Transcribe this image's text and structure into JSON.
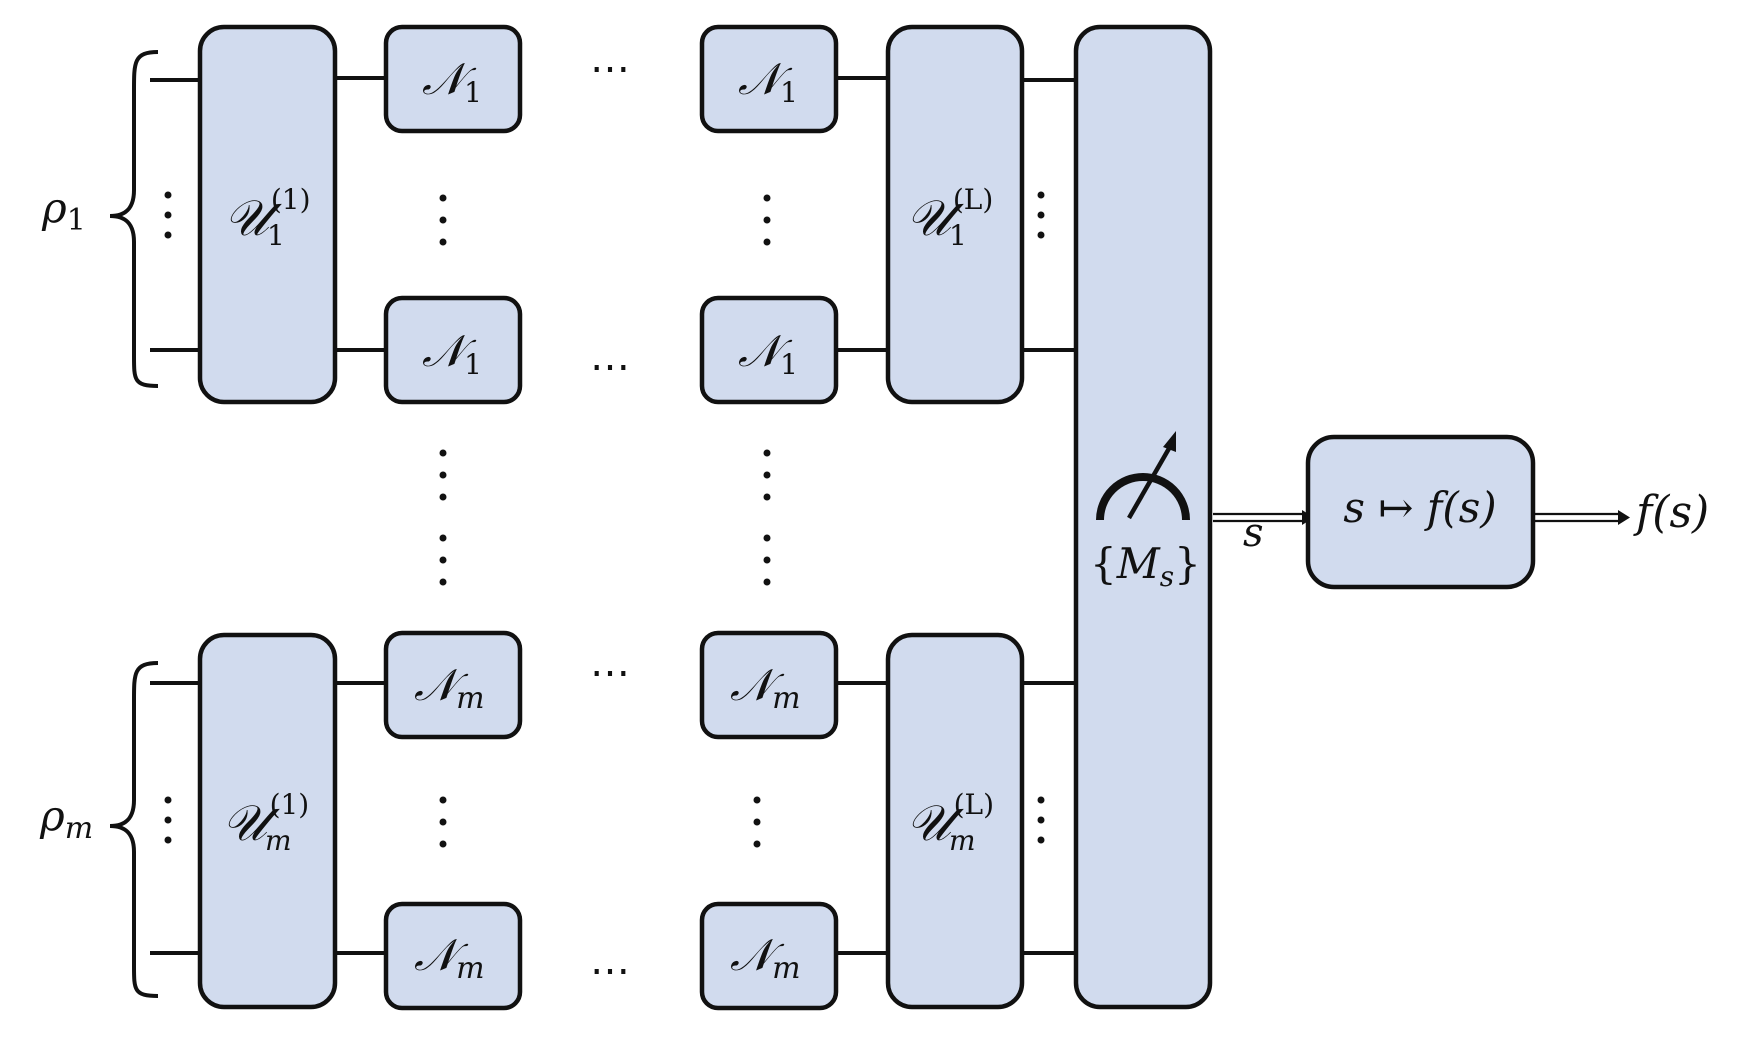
{
  "colors": {
    "box_fill": "#d1dbee",
    "stroke": "#111111",
    "background": "#ffffff"
  },
  "inputs": {
    "rho1": {
      "sym": "ρ",
      "sub": "1"
    },
    "rhom": {
      "sym": "ρ",
      "sub": "m"
    }
  },
  "unitaries": {
    "u11": {
      "sym": "𝒰",
      "sub": "1",
      "sup": "(1)"
    },
    "um1": {
      "sym": "𝒰",
      "sub": "m",
      "sup": "(1)"
    },
    "u1L": {
      "sym": "𝒰",
      "sub": "1",
      "sup": "(L)"
    },
    "umL": {
      "sym": "𝒰",
      "sub": "m",
      "sup": "(L)"
    }
  },
  "noise": {
    "n1": {
      "sym": "𝒩",
      "sub": "1"
    },
    "nm": {
      "sym": "𝒩",
      "sub": "m"
    }
  },
  "measurement": {
    "label_open": "{",
    "label_sym": "M",
    "label_sub": "s",
    "label_close": "}",
    "icon": "meter-icon"
  },
  "outcome": {
    "label": "s"
  },
  "post": {
    "label": "s ↦ f(s)"
  },
  "output": {
    "label": "f(s)"
  },
  "ellipsis": "⋯"
}
